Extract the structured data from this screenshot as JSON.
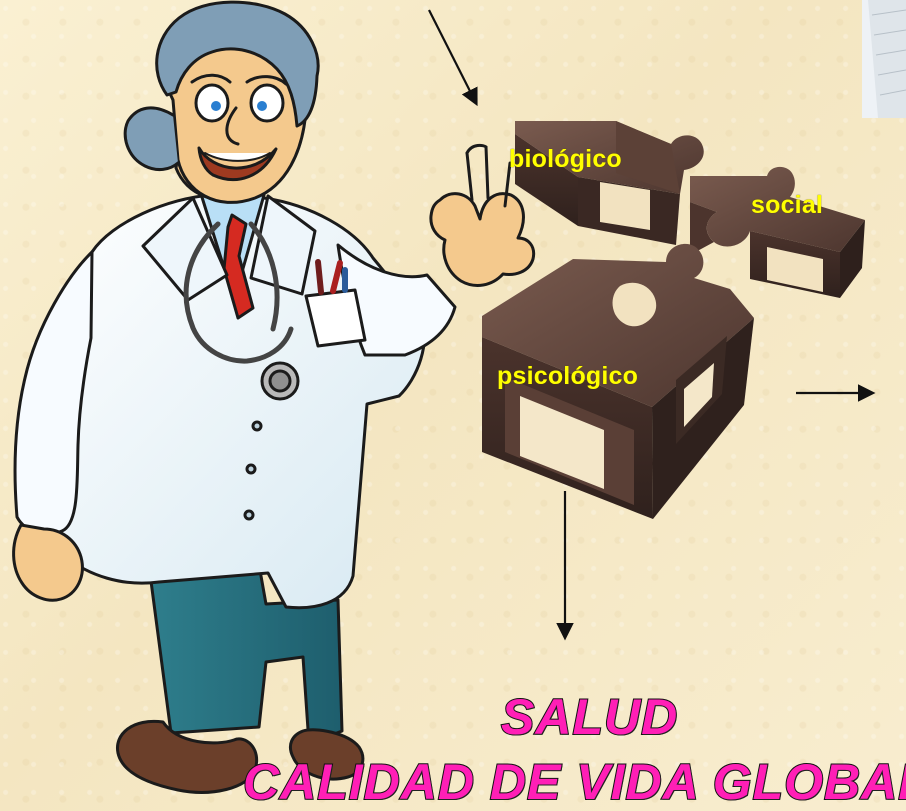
{
  "labels": {
    "biologico": "biológico",
    "social": "social",
    "psicologico": "psicológico"
  },
  "titles": {
    "salud": "SALUD",
    "calidad": "CALIDAD DE VIDA GLOBAL"
  },
  "colors": {
    "background": "#f7ebc8",
    "puzzle_label": "#ffff00",
    "title_fill": "#ff1fb6",
    "title_outline": "#111111",
    "puzzle_piece": "#5b4037"
  },
  "icons": {
    "character": "doctor-illustration",
    "puzzle": "puzzle-pieces",
    "arrows": "arrow-icon"
  }
}
